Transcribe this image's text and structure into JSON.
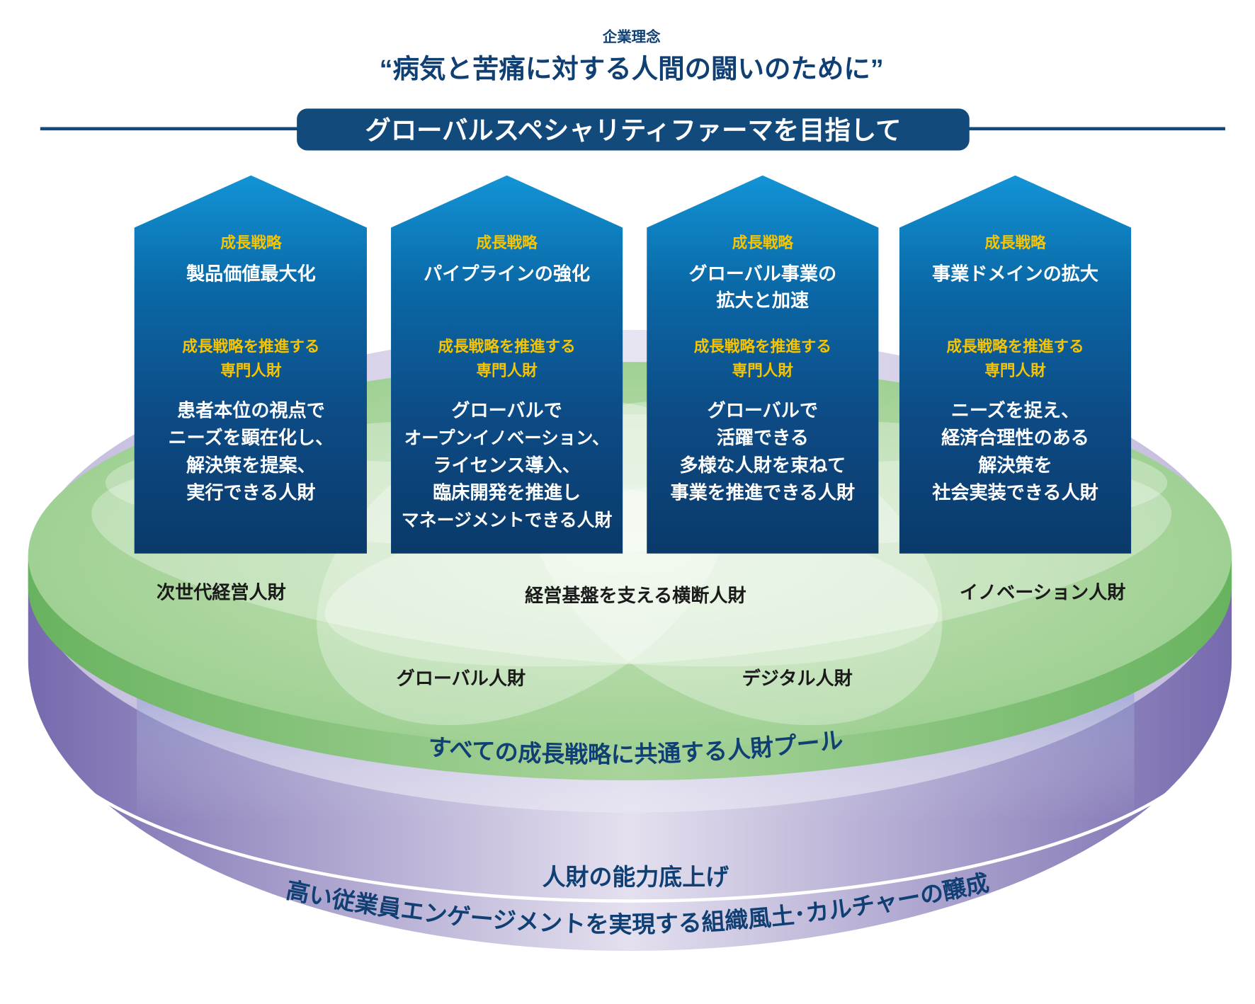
{
  "header": {
    "label": "企業理念",
    "philosophy": "“病気と苦痛に対する人間の闘いのために”",
    "banner": "グローバルスペシャリティファーマを目指して"
  },
  "pillars": [
    {
      "strategy_label": "成長戦略",
      "strategy": [
        "製品価値最大化"
      ],
      "talent_label": [
        "成長戦略を推進する",
        "専門人財"
      ],
      "talent": [
        "患者本位の視点で",
        "ニーズを顕在化し、",
        "解決策を提案、",
        "実行できる人財"
      ]
    },
    {
      "strategy_label": "成長戦略",
      "strategy": [
        "パイプラインの強化"
      ],
      "talent_label": [
        "成長戦略を推進する",
        "専門人財"
      ],
      "talent": [
        "グローバルで",
        "オープンイノベーション、",
        "ライセンス導入、",
        "臨床開発を推進し",
        "マネージメントできる人財"
      ]
    },
    {
      "strategy_label": "成長戦略",
      "strategy": [
        "グローバル事業の",
        "拡大と加速"
      ],
      "talent_label": [
        "成長戦略を推進する",
        "専門人財"
      ],
      "talent": [
        "グローバルで",
        "活躍できる",
        "多様な人財を束ねて",
        "事業を推進できる人財"
      ]
    },
    {
      "strategy_label": "成長戦略",
      "strategy": [
        "事業ドメインの拡大"
      ],
      "talent_label": [
        "成長戦略を推進する",
        "専門人財"
      ],
      "talent": [
        "ニーズを捉え、",
        "経済合理性のある",
        "解決策を",
        "社会実装できる人財"
      ]
    }
  ],
  "talent_pool": {
    "segments": [
      "次世代経営人財",
      "経営基盤を支える横断人財",
      "イノベーション人財",
      "グローバル人財",
      "デジタル人財"
    ],
    "caption": "すべての成長戦略に共通する人財プール"
  },
  "foundation": {
    "upper": "人財の能力底上げ",
    "lower": "高い従業員エンゲージメントを実現する組織風土･カルチャーの醸成"
  },
  "colors": {
    "navy": "#0f3f73",
    "yellow": "#f6c400",
    "green": "#8cc97f",
    "purple": "#7a6db0"
  }
}
